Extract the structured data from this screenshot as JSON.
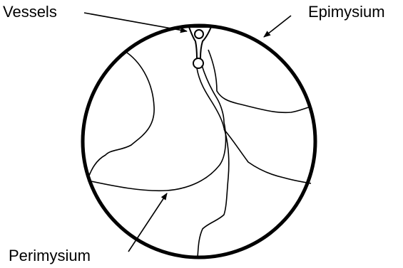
{
  "labels": {
    "vessels": "Vessels",
    "epimysium": "Epimysium",
    "perimysium": "Perimysium"
  },
  "colors": {
    "ink": "#000000",
    "background": "#ffffff"
  }
}
